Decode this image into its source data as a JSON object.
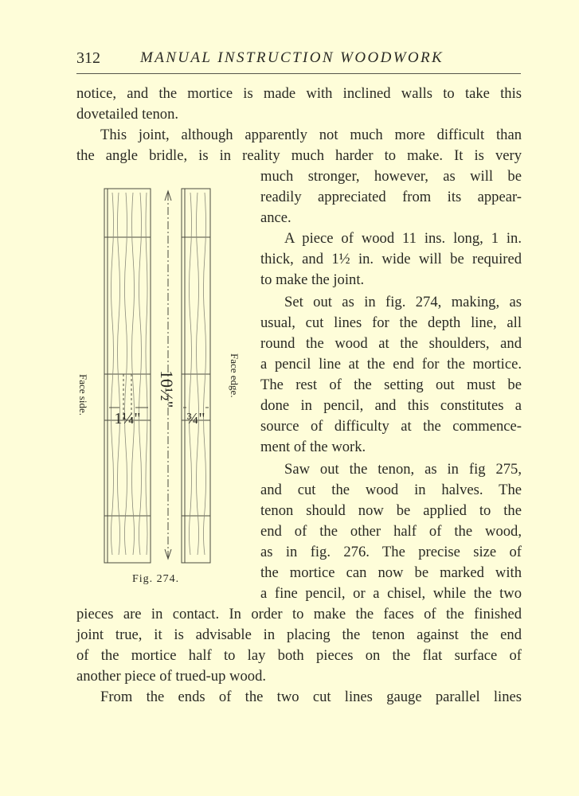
{
  "header": {
    "page_number": "312",
    "running_title": "MANUAL INSTRUCTION WOODWORK"
  },
  "figure": {
    "caption": "Fig. 274.",
    "label_face_side": "Face side.",
    "label_face_edge": "Face edge.",
    "dim_length": "10½\"",
    "dim_width": "1¼\"",
    "dim_thickness": "¾\""
  },
  "body": {
    "lines": [
      "notice, and the mortice is made with inclined walls to take this",
      "dovetailed tenon.",
      "This joint, although apparently not much more difficult than",
      "the angle bridle, is in reality much harder to make. It is very",
      "much stronger, however, as will be",
      "readily appreciated from its appear-",
      "ance.",
      "A piece of wood 11 ins. long, 1 in.",
      "thick, and 1½ in. wide will be required",
      "to make the joint.",
      "Set out as in fig. 274, making, as",
      "usual, cut lines for the depth line, all",
      "round the wood at the shoulders, and",
      "a pencil line at the end for the mortice.",
      "The rest of the setting out must be",
      "done in pencil, and this constitutes a",
      "source of difficulty at the commence-",
      "ment of the work.",
      "Saw out the tenon, as in fig 275,",
      "and cut the wood in halves. The",
      "tenon should now be applied to the",
      "end of the other half of the wood,",
      "as in fig. 276. The precise size of",
      "the mortice can now be marked with",
      "a fine pencil, or a chisel, while the two",
      "pieces are in contact. In order to make the faces of the finished",
      "joint true, it is advisable in placing the tenon against the end",
      "of the mortice half to lay both pieces on the flat surface of",
      "another piece of trued-up wood.",
      "From the ends of the two cut lines gauge parallel lines"
    ]
  }
}
